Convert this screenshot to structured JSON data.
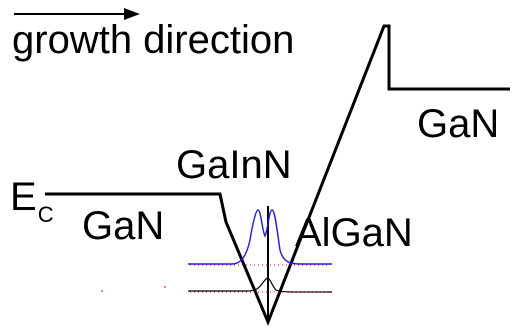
{
  "labels": {
    "growth_direction": "growth direction",
    "gan_right": "GaN",
    "galnn": "GaInN",
    "ec_main": "E",
    "ec_sub": "C",
    "gan_left": "GaN",
    "algan": "AlGaN"
  },
  "colors": {
    "band": "#000000",
    "wavefunction_electron": "#1a1aff",
    "wavefunction_hole": "#000000",
    "level_marker": "#ff0000",
    "background": "#ffffff"
  }
}
